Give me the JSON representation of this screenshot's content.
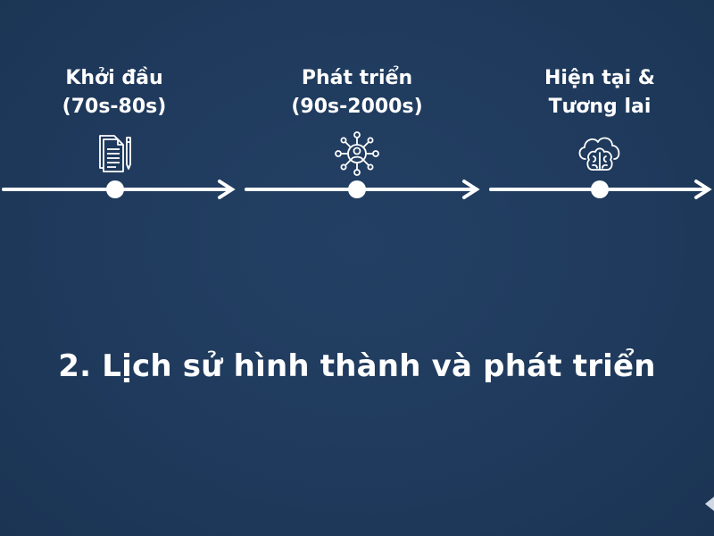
{
  "colors": {
    "background": "#1f3a5c",
    "foreground": "#ffffff"
  },
  "stages": [
    {
      "title": "Khởi đầu",
      "subtitle": "(70s-80s)",
      "icon": "document-pencil-icon"
    },
    {
      "title": "Phát triển",
      "subtitle": "(90s-2000s)",
      "icon": "network-person-icon"
    },
    {
      "title": "Hiện tại &",
      "subtitle": "Tương lai",
      "icon": "brain-cloud-icon"
    }
  ],
  "heading": "2. Lịch sử hình thành và phát triển"
}
